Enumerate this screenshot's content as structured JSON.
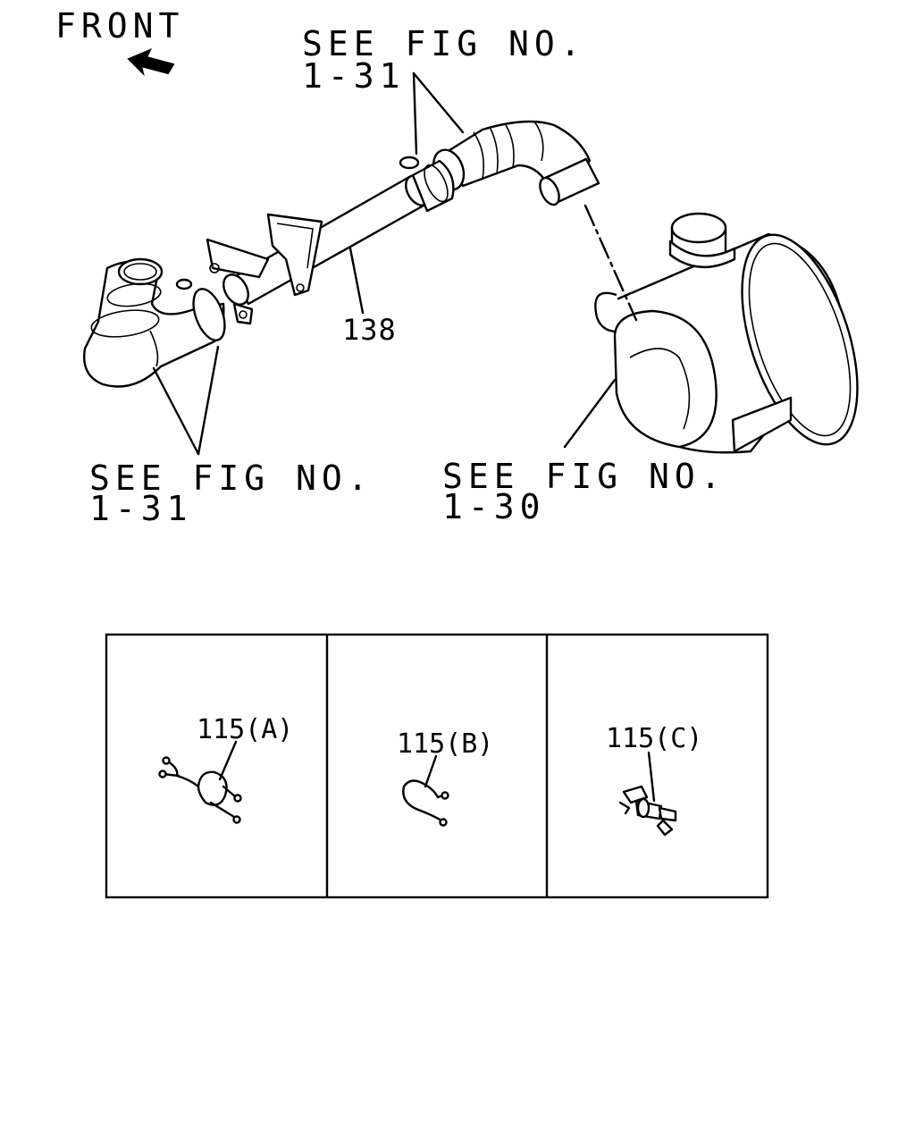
{
  "orientation": {
    "label": "FRONT",
    "icon": "front-arrow-icon"
  },
  "callouts": {
    "top": {
      "line1": "SEE FIG NO.",
      "line2": "1-31"
    },
    "bottom_left": {
      "line1": "SEE FIG NO.",
      "line2": "1-31"
    },
    "bottom_right": {
      "line1": "SEE FIG NO.",
      "line2": "1-30"
    }
  },
  "parts": {
    "pipe": "138",
    "clip_a": "115(A)",
    "clip_b": "115(B)",
    "clip_c": "115(C)"
  },
  "colors": {
    "ink": "#000000",
    "paper": "#ffffff"
  }
}
